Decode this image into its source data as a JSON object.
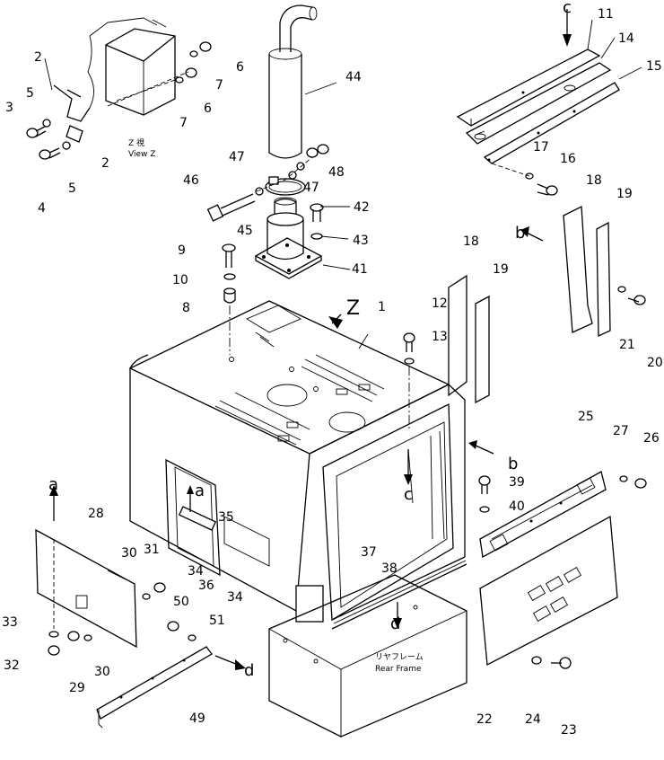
{
  "view": {
    "label_jp": "Z 視",
    "label_en": "View Z",
    "z_marker": "Z"
  },
  "rear_frame": {
    "label_jp": "リヤフレーム",
    "label_en": "Rear Frame"
  },
  "arrows": {
    "a": "a",
    "b": "b",
    "c": "c",
    "d": "d"
  },
  "parts": {
    "p1": "1",
    "p2": "2",
    "p3": "3",
    "p4": "4",
    "p5": "5",
    "p6": "6",
    "p7": "7",
    "p8": "8",
    "p9": "9",
    "p10": "10",
    "p11": "11",
    "p12": "12",
    "p13": "13",
    "p14": "14",
    "p15": "15",
    "p16": "16",
    "p17": "17",
    "p18": "18",
    "p19": "19",
    "p20": "20",
    "p21": "21",
    "p22": "22",
    "p23": "23",
    "p24": "24",
    "p25": "25",
    "p26": "26",
    "p27": "27",
    "p28": "28",
    "p29": "29",
    "p30": "30",
    "p31": "31",
    "p32": "32",
    "p33": "33",
    "p34": "34",
    "p35": "35",
    "p36": "36",
    "p37": "37",
    "p38": "38",
    "p39": "39",
    "p40": "40",
    "p41": "41",
    "p42": "42",
    "p43": "43",
    "p44": "44",
    "p45": "45",
    "p46": "46",
    "p47": "47",
    "p48": "48",
    "p49": "49",
    "p50": "50",
    "p51": "51"
  }
}
